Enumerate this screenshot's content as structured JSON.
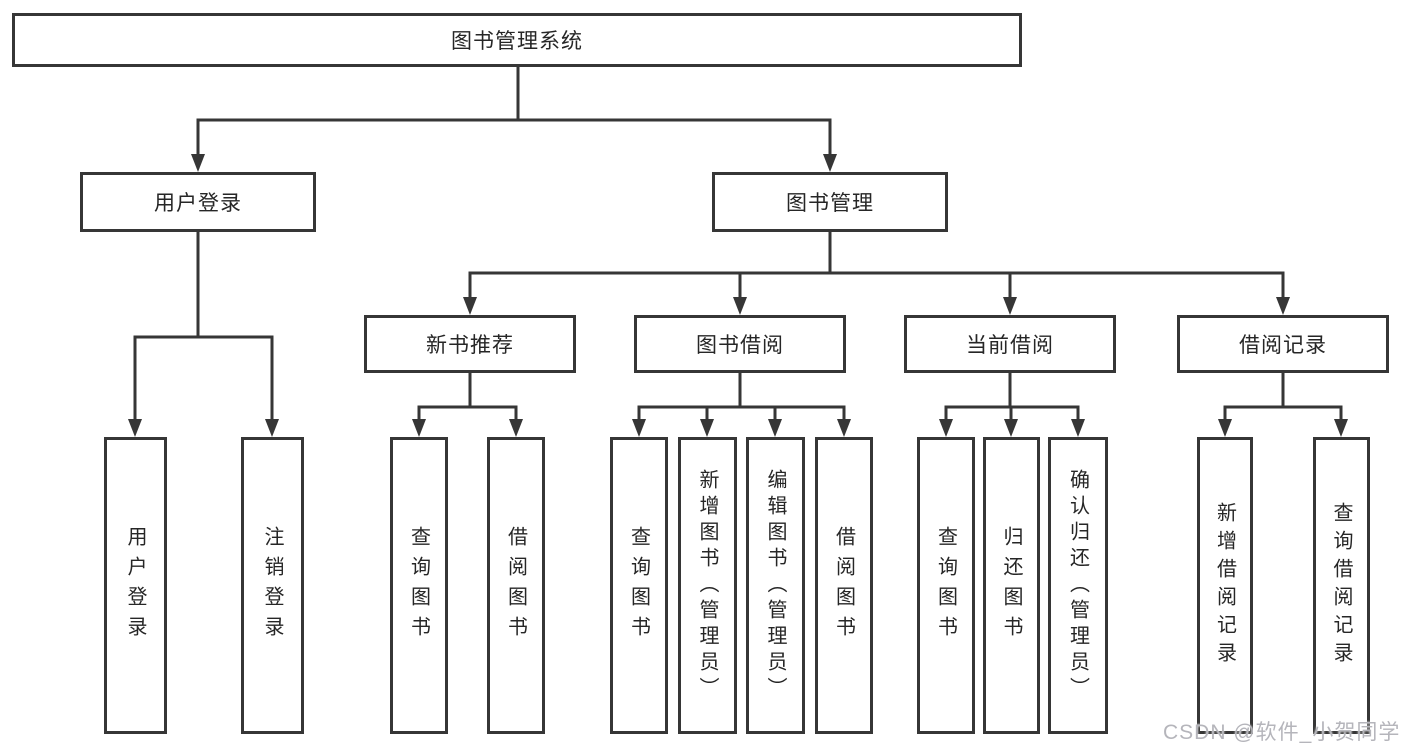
{
  "tree": {
    "root": {
      "label": "图书管理系统"
    },
    "level2": [
      {
        "label": "用户登录"
      },
      {
        "label": "图书管理"
      }
    ],
    "level3": [
      {
        "label": "新书推荐"
      },
      {
        "label": "图书借阅"
      },
      {
        "label": "当前借阅"
      },
      {
        "label": "借阅记录"
      }
    ],
    "leaves": {
      "user_login": [
        "用户登录",
        "注销登录"
      ],
      "new_book": [
        "查询图书",
        "借阅图书"
      ],
      "book_borrow": [
        "查询图书",
        "新增图书（管理员）",
        "编辑图书（管理员）",
        "借阅图书"
      ],
      "current_borrow": [
        "查询图书",
        "归还图书",
        "确认归还（管理员）"
      ],
      "borrow_records": [
        "新增借阅记录",
        "查询借阅记录"
      ]
    }
  },
  "watermark": {
    "text": "CSDN @软件_小贺同学"
  },
  "colors": {
    "line": "#363636",
    "box_border": "#363636",
    "text": "#262626",
    "background": "#ffffff",
    "watermark": "#b5b5bb"
  }
}
